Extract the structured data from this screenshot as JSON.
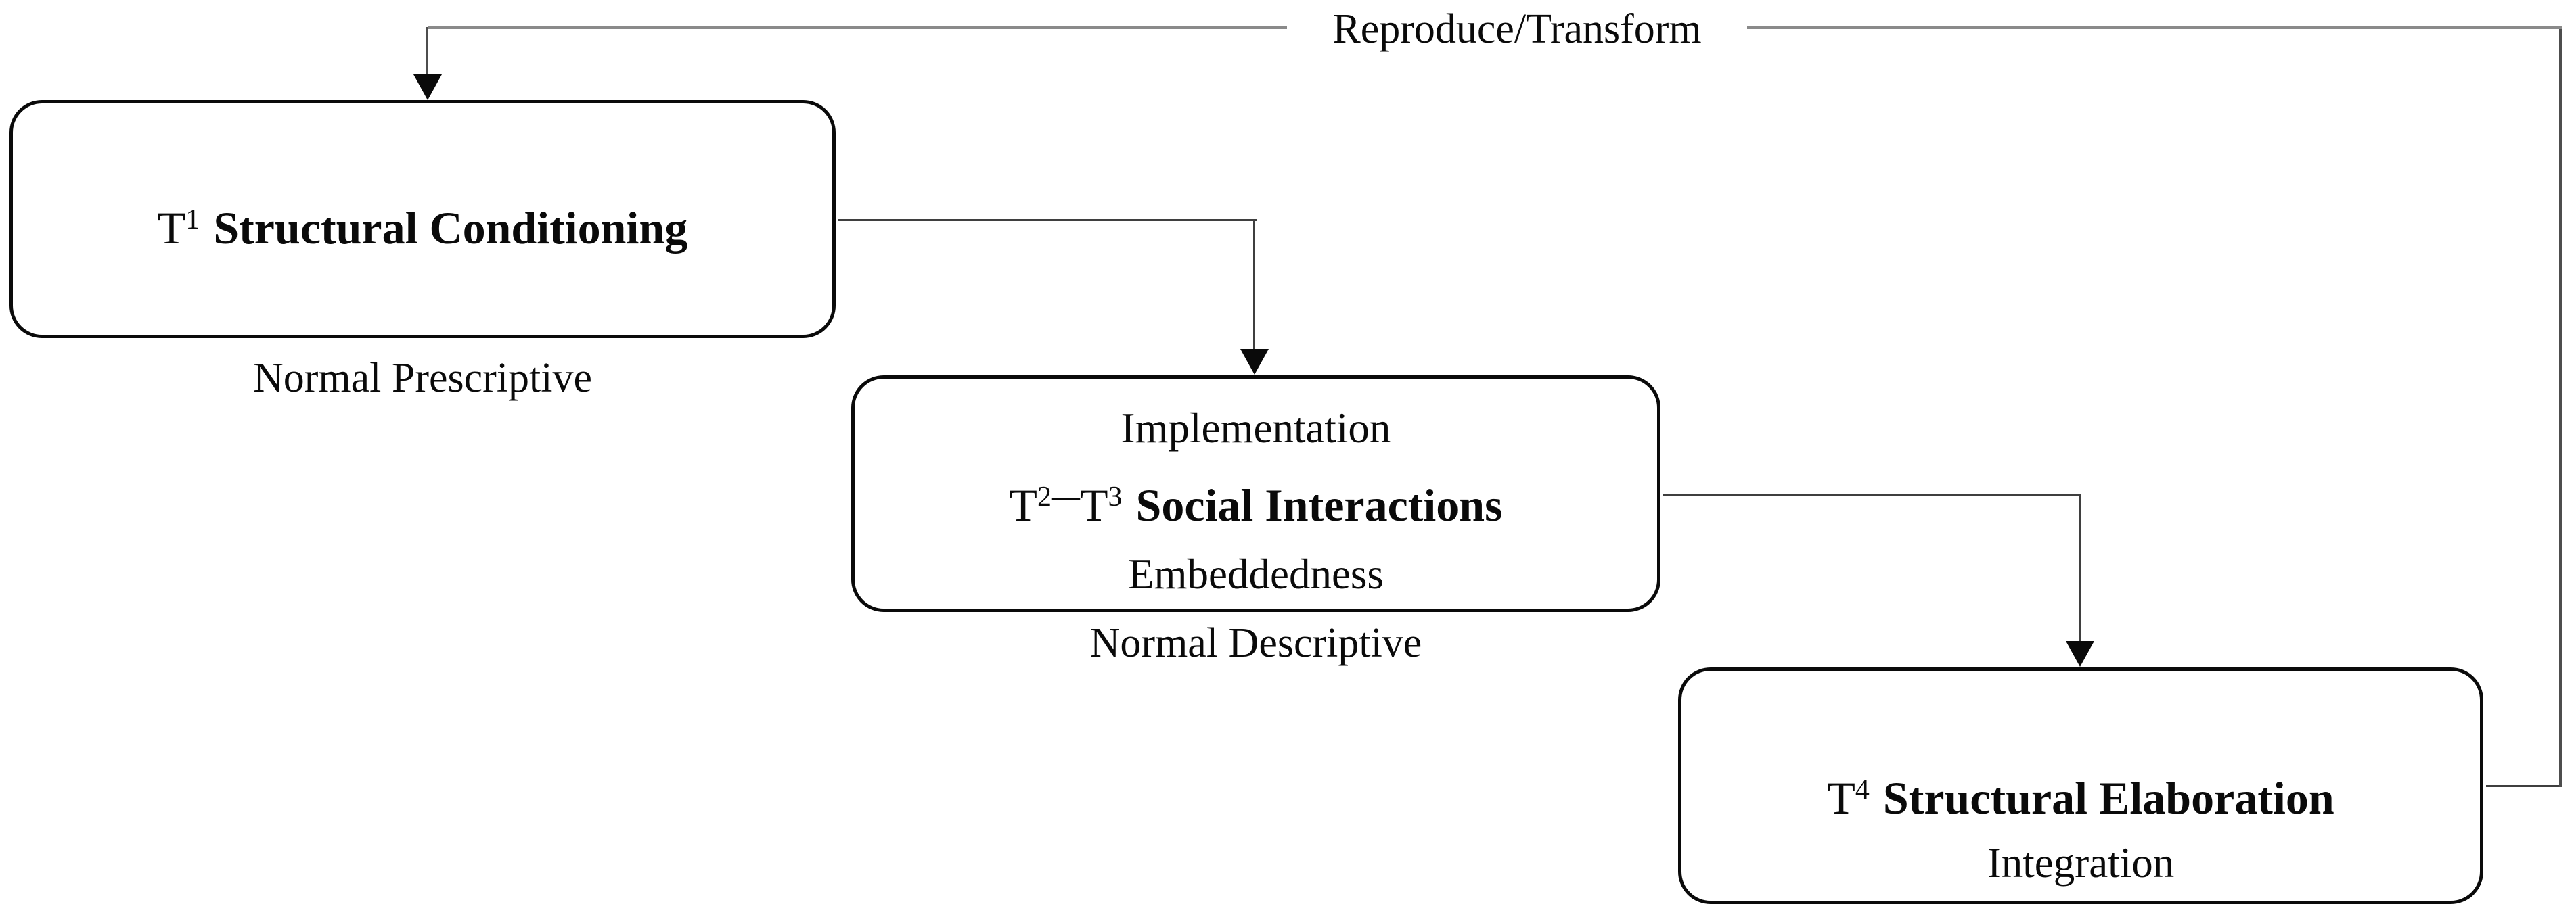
{
  "diagram": {
    "loop_label": "Reproduce/Transform",
    "box1": {
      "t": "T",
      "t_sup": "1",
      "title": "Structural Conditioning",
      "caption": "Normal Prescriptive"
    },
    "box2": {
      "top_line": "Implementation",
      "t_a": "T",
      "t_a_sup": "2",
      "dash": "—",
      "t_b": "T",
      "t_b_sup": "3",
      "title": "Social Interactions",
      "bottom_line": "Embeddedness",
      "caption": "Normal Descriptive"
    },
    "box3": {
      "t": "T",
      "t_sup": "4",
      "title": "Structural Elaboration",
      "bottom_line": "Integration"
    }
  }
}
